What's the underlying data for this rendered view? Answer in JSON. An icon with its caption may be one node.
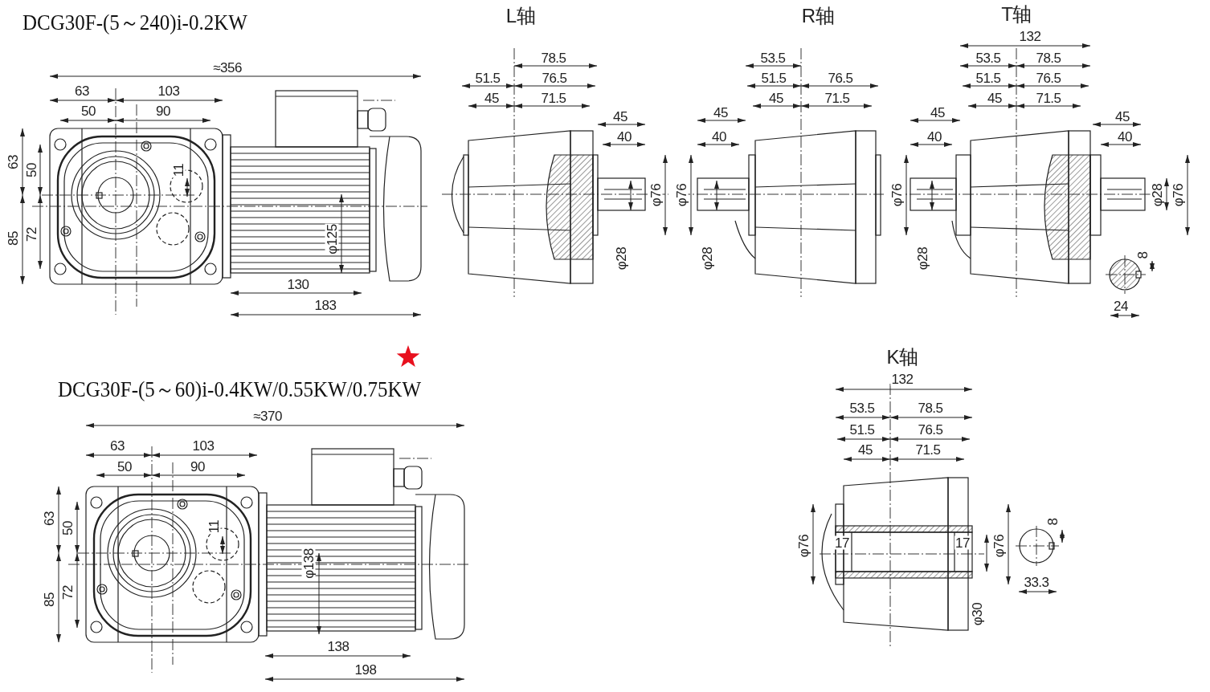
{
  "diagram": {
    "labels": [
      "DCG30F-(5～240)i-0.2KW",
      "L轴",
      "R轴",
      "T轴",
      "≈356",
      "63",
      "103",
      "50",
      "90",
      "63",
      "50",
      "11",
      "85",
      "72",
      "φ125",
      "130",
      "183",
      "78.5",
      "51.5",
      "76.5",
      "45",
      "71.5",
      "45",
      "40",
      "φ76",
      "φ28",
      "53.5",
      "51.5",
      "76.5",
      "45",
      "71.5",
      "45",
      "40",
      "φ76",
      "φ28",
      "132",
      "53.5",
      "78.5",
      "51.5",
      "76.5",
      "45",
      "71.5",
      "45",
      "40",
      "φ76",
      "φ28",
      "45",
      "40",
      "φ28",
      "φ76",
      "8",
      "24",
      "DCG30F-(5～60)i-0.4KW/0.55KW/0.75KW",
      "≈370",
      "63",
      "103",
      "50",
      "90",
      "63",
      "50",
      "11",
      "85",
      "72",
      "φ138",
      "138",
      "198",
      "K轴",
      "132",
      "53.5",
      "78.5",
      "51.5",
      "76.5",
      "45",
      "71.5",
      "8",
      "φ76",
      "17",
      "17",
      "φ76",
      "33.3",
      "φ30"
    ]
  }
}
